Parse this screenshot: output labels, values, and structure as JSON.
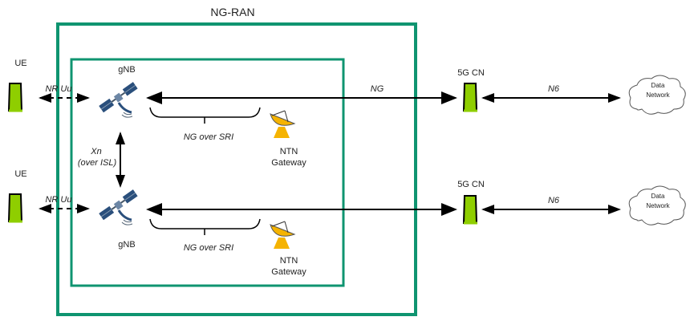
{
  "title": "NG-RAN",
  "colors": {
    "box": "#0f9470",
    "device": "#8fce00",
    "arrow": "#000000",
    "dish": "#f5b301",
    "satellite": "#2a4f7c"
  },
  "ue": [
    {
      "label": "UE",
      "link": "NR Uu"
    },
    {
      "label": "UE",
      "link": "NR Uu"
    }
  ],
  "gnb": [
    {
      "label": "gNB"
    },
    {
      "label": "gNB"
    }
  ],
  "xn": {
    "line1": "Xn",
    "line2": "(over ISL)"
  },
  "ng_label": "NG",
  "ng_over_sri": [
    "NG over SRI",
    "NG over SRI"
  ],
  "gateway": [
    {
      "line1": "NTN",
      "line2": "Gateway"
    },
    {
      "line1": "NTN",
      "line2": "Gateway"
    }
  ],
  "core": [
    {
      "label": "5G CN",
      "link": "N6"
    },
    {
      "label": "5G CN",
      "link": "N6"
    }
  ],
  "dn": [
    {
      "line1": "Data",
      "line2": "Network"
    },
    {
      "line1": "Data",
      "line2": "Network"
    }
  ]
}
